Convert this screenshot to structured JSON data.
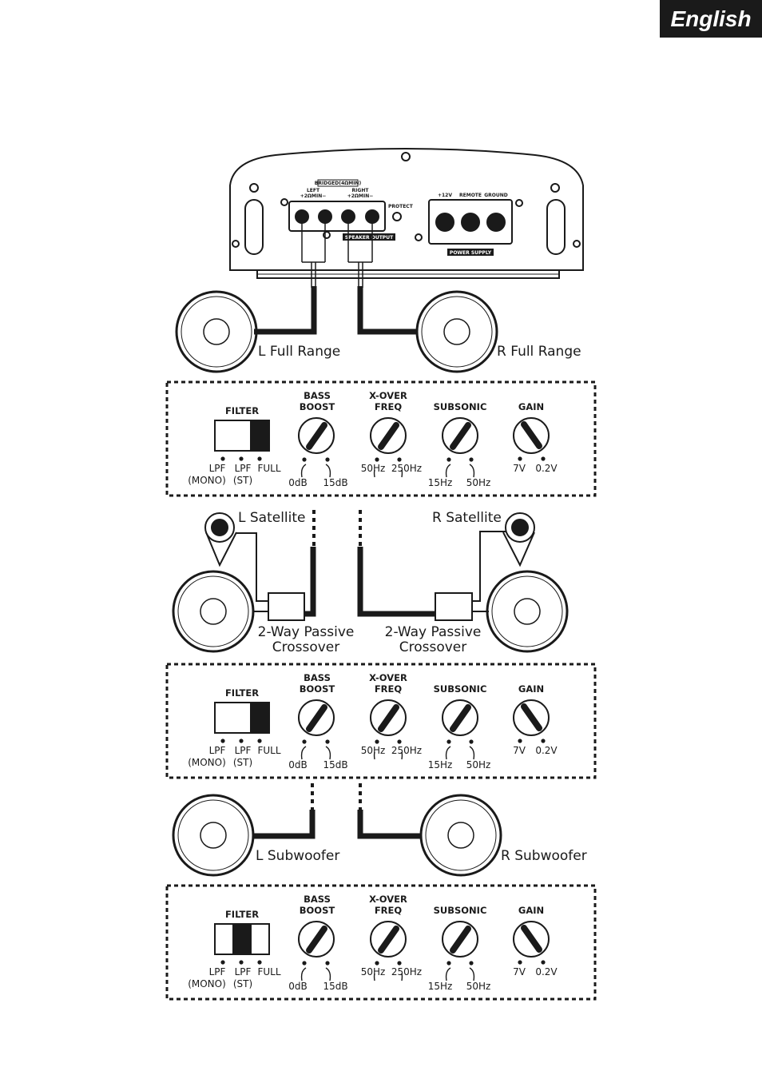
{
  "language_tab": "English",
  "amplifier": {
    "bridged_label": "BRIDGED(4ΩMIN)",
    "left_label": "LEFT",
    "left_min": "+2ΩMIN−",
    "right_label": "RIGHT",
    "right_min": "+2ΩMIN−",
    "protect_label": "PROTECT",
    "speaker_output_label": "SPEAKER OUTPUT",
    "power_labels": [
      "+12V",
      "REMOTE",
      "GROUND"
    ],
    "power_supply_label": "POWER SUPPLY"
  },
  "setups": [
    {
      "speakers": {
        "left": "L Full Range",
        "right": "R Full Range"
      },
      "panel": {
        "filter": {
          "title": "FILTER",
          "selected": "FULL",
          "options": [
            "LPF",
            "LPF",
            "FULL"
          ],
          "sub": [
            "(MONO)",
            "(ST)"
          ]
        },
        "bass_boost": {
          "title": [
            "BASS",
            "BOOST"
          ],
          "min": "0dB",
          "max": "15dB"
        },
        "xover": {
          "title": [
            "X-OVER",
            "FREQ"
          ],
          "min": "50Hz",
          "max": "250Hz"
        },
        "subsonic": {
          "title": "SUBSONIC",
          "min": "15Hz",
          "max": "50Hz"
        },
        "gain": {
          "title": "GAIN",
          "min": "7V",
          "max": "0.2V"
        }
      }
    },
    {
      "speakers": {
        "left_tweeter": "L Satellite",
        "right_tweeter": "R Satellite",
        "left_crossover": [
          "2-Way Passive",
          "Crossover"
        ],
        "right_crossover": [
          "2-Way Passive",
          "Crossover"
        ]
      },
      "panel": {
        "filter": {
          "title": "FILTER",
          "selected": "FULL",
          "options": [
            "LPF",
            "LPF",
            "FULL"
          ],
          "sub": [
            "(MONO)",
            "(ST)"
          ]
        },
        "bass_boost": {
          "title": [
            "BASS",
            "BOOST"
          ],
          "min": "0dB",
          "max": "15dB"
        },
        "xover": {
          "title": [
            "X-OVER",
            "FREQ"
          ],
          "min": "50Hz",
          "max": "250Hz"
        },
        "subsonic": {
          "title": "SUBSONIC",
          "min": "15Hz",
          "max": "50Hz"
        },
        "gain": {
          "title": "GAIN",
          "min": "7V",
          "max": "0.2V"
        }
      }
    },
    {
      "speakers": {
        "left": "L Subwoofer",
        "right": "R Subwoofer"
      },
      "panel": {
        "filter": {
          "title": "FILTER",
          "selected": "LPF (ST)",
          "options": [
            "LPF",
            "LPF",
            "FULL"
          ],
          "sub": [
            "(MONO)",
            "(ST)"
          ]
        },
        "bass_boost": {
          "title": [
            "BASS",
            "BOOST"
          ],
          "min": "0dB",
          "max": "15dB"
        },
        "xover": {
          "title": [
            "X-OVER",
            "FREQ"
          ],
          "min": "50Hz",
          "max": "250Hz"
        },
        "subsonic": {
          "title": "SUBSONIC",
          "min": "15Hz",
          "max": "50Hz"
        },
        "gain": {
          "title": "GAIN",
          "min": "7V",
          "max": "0.2V"
        }
      }
    }
  ]
}
